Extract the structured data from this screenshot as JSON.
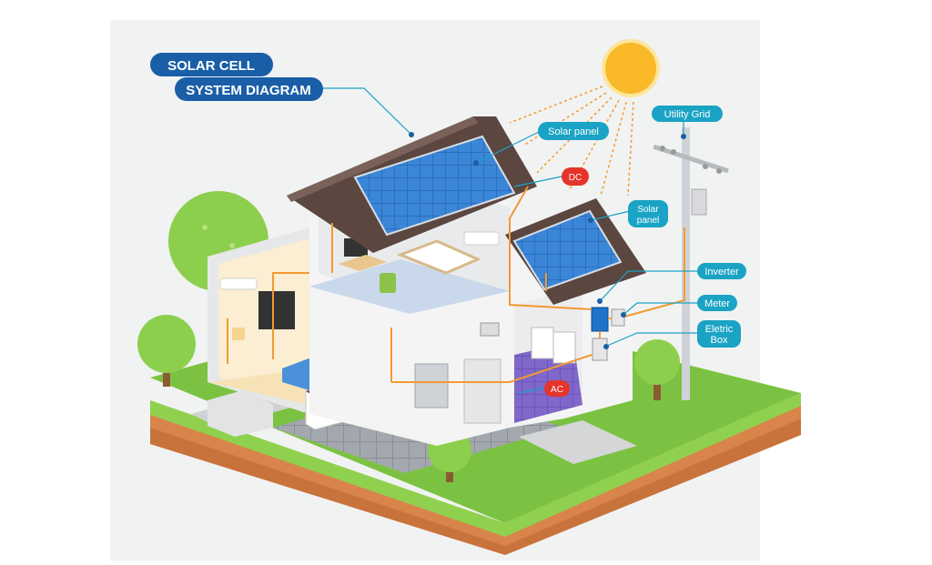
{
  "title": {
    "line1": "SOLAR CELL",
    "line2": "SYSTEM DIAGRAM"
  },
  "labels": {
    "solar_panel_top": "Solar panel",
    "dc": "DC",
    "utility_grid": "Utility Grid",
    "solar_panel_right_1": "Solar",
    "solar_panel_right_2": "panel",
    "inverter": "Inverter",
    "meter": "Meter",
    "electric_box_1": "Eletric",
    "electric_box_2": "Box",
    "ac": "AC"
  },
  "colors": {
    "label_bg": "#1aa3c4",
    "title_bg": "#1a5ea8",
    "dc_ac_bg": "#e5342a",
    "wire": "#f39a32",
    "sun": "#f9b928",
    "grass": "#7cc242",
    "soil": "#d9844a",
    "panel": "#2a6fc2",
    "roof": "#5b4640"
  }
}
